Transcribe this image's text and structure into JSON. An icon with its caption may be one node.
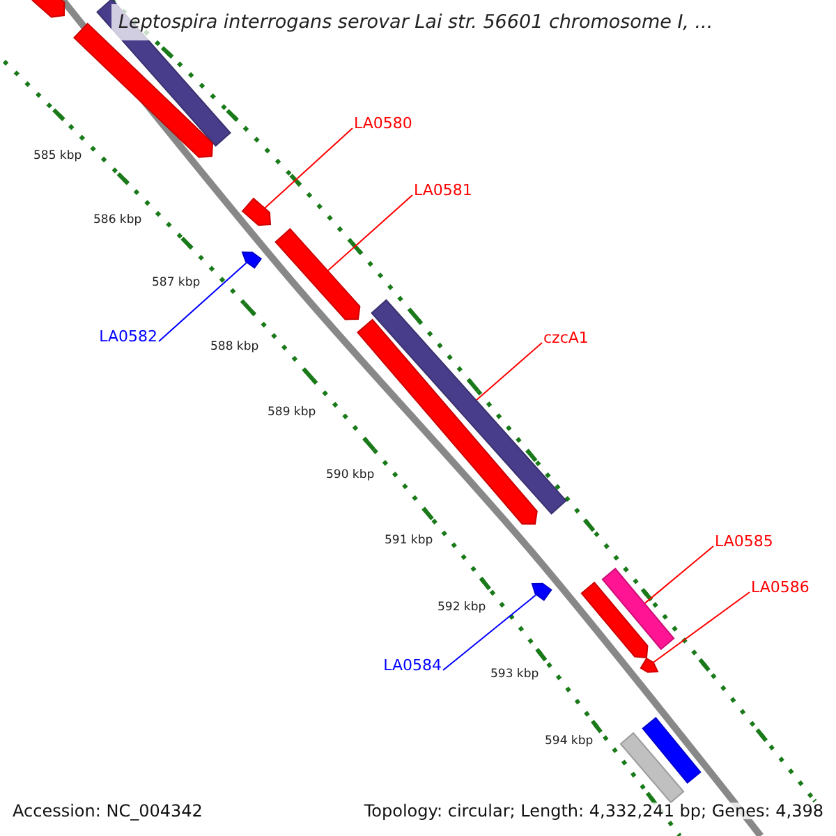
{
  "diagram": {
    "title": "Leptospira interrogans serovar Lai str. 56601 chromosome I, ...",
    "nodes": [
      {
        "text": [
          "LA0580"
        ]
      },
      {
        "text": [],
        "shape": "bar"
      },
      {
        "text": [
          "LA0581"
        ]
      },
      {
        "text": [],
        "shape": "bar"
      },
      {
        "text": [
          "LA0582"
        ]
      },
      {
        "text": [],
        "shape": "bar"
      },
      {
        "text": [
          "czcA1"
        ]
      },
      {
        "text": [],
        "shape": "bar"
      },
      {
        "text": [
          "LA0585"
        ]
      },
      {
        "text": [],
        "shape": "bar"
      },
      {
        "text": [
          "LA0586"
        ]
      },
      {
        "text": [],
        "shape": "bar"
      },
      {
        "text": [
          "LA0584"
        ]
      },
      {
        "text": [],
        "shape": "bar"
      },
      {
        "text": [],
        "shape": "bar"
      },
      {
        "text": [],
        "shape": "box"
      },
      {
        "text": [],
        "shape": "bar"
      },
      {
        "text": [],
        "shape": "bar"
      },
      {
        "text": [],
        "shape": "bar"
      },
      {
        "text": [],
        "shape": "box"
      },
      {
        "text": [],
        "shape": "box"
      }
    ],
    "edges": [
      {
        "from": 0,
        "to": 1,
        "arrow": "none"
      },
      {
        "from": 2,
        "to": 3,
        "arrow": "none"
      },
      {
        "from": 4,
        "to": 5,
        "arrow": "none",
        "color": "#0000ff"
      },
      {
        "from": 6,
        "to": 7,
        "arrow": "none"
      },
      {
        "from": 8,
        "to": 9,
        "arrow": "none"
      },
      {
        "from": 10,
        "to": 11,
        "arrow": "none"
      },
      {
        "from": 12,
        "to": 13,
        "arrow": "none",
        "color": "#0000ff"
      }
    ],
    "labels": [
      "585 kbp",
      "586 kbp",
      "587 kbp",
      "588 kbp",
      "589 kbp",
      "590 kbp",
      "591 kbp",
      "592 kbp",
      "593 kbp",
      "594 kbp",
      "Accession: NC_004342",
      "Topology: circular; Length: 4,332,241 bp; Genes: 4,398"
    ]
  }
}
